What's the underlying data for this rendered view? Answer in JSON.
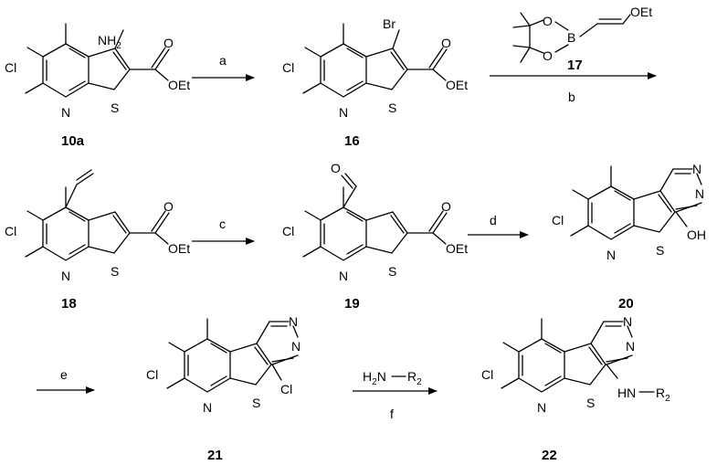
{
  "atoms": {
    "cl": "Cl",
    "n": "N",
    "s": "S",
    "o": "O",
    "br": "Br",
    "b": "B",
    "oet": "OEt",
    "oh": "OH",
    "nh2_main": "NH",
    "nh2_sub": "2",
    "amine_h2_main": "H",
    "amine_h2_sub": "2",
    "amine_n": "N",
    "amine_r_main": "R",
    "amine_r_sub": "2",
    "hn_main": "HN",
    "hn_r_main": "R",
    "hn_r_sub": "2"
  },
  "compounds": {
    "c10a": "10a",
    "c16": "16",
    "c17": "17",
    "c18": "18",
    "c19": "19",
    "c20": "20",
    "c21": "21",
    "c22": "22"
  },
  "steps": {
    "a": "a",
    "b": "b",
    "c": "c",
    "d": "d",
    "e": "e",
    "f": "f"
  }
}
